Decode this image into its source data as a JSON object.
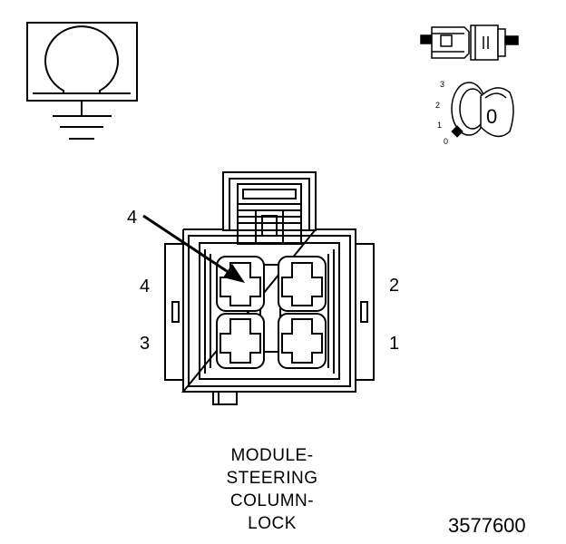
{
  "ground_symbol": {
    "icon": "ohm-ground-icon"
  },
  "connector_icon": {
    "icon": "connector-halves-icon"
  },
  "key_switch": {
    "icon": "ignition-key-icon",
    "positions": [
      "3",
      "2",
      "1",
      "0"
    ],
    "key_label": "0"
  },
  "callout": {
    "label": "4"
  },
  "pins": {
    "top_left": "4",
    "top_right": "2",
    "bottom_left": "3",
    "bottom_right": "1"
  },
  "title_lines": [
    "MODULE-",
    "STEERING",
    "COLUMN-",
    "LOCK"
  ],
  "figure_number": "3577600"
}
